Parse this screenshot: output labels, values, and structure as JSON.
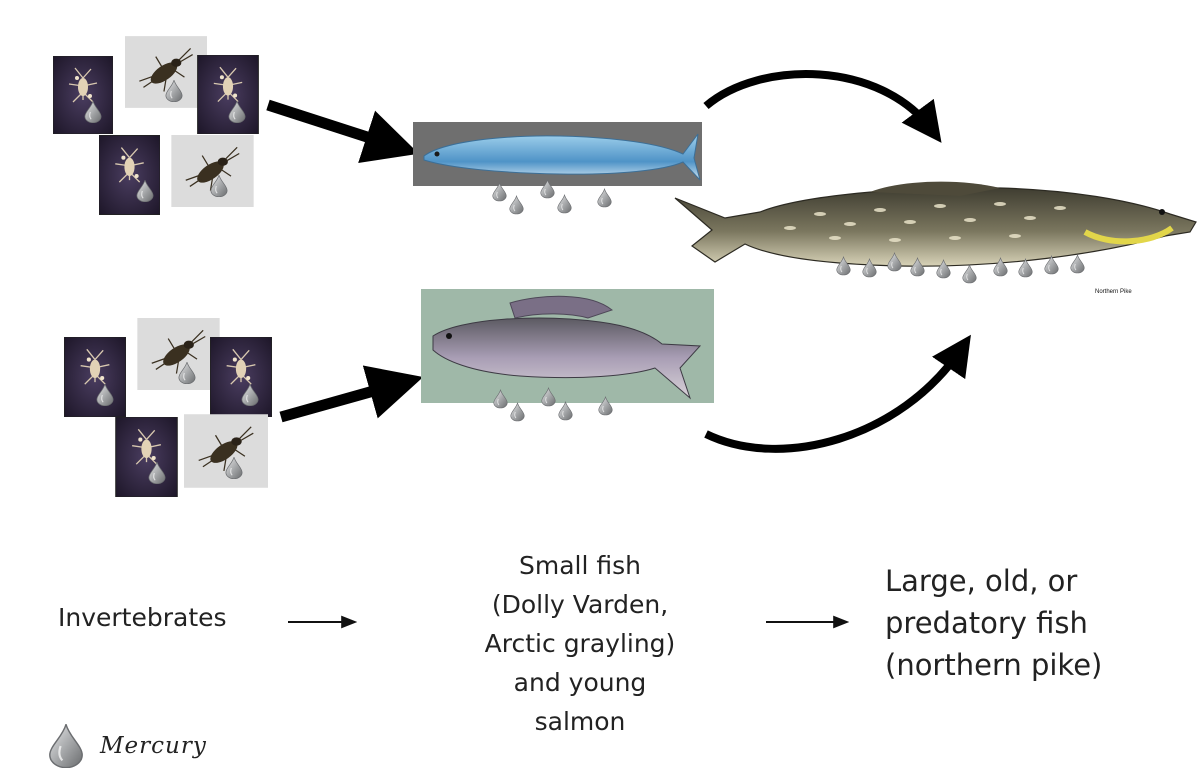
{
  "labels": {
    "invertebrates": "Invertebrates",
    "small_fish_lines": [
      "Small fish",
      "(Dolly Varden,",
      "Arctic grayling)",
      "and young",
      "salmon"
    ],
    "large_fish_lines": [
      "Large, old, or",
      "predatory fish",
      "(northern pike)"
    ]
  },
  "legend": {
    "icon": "mercury-drop-icon",
    "label": "Mercury"
  },
  "pike_caption": "Northern Pike",
  "colors": {
    "photo_dark": "#3b2f4f",
    "photo_light": "#dcdcdc",
    "salmon_bg": "#6f6f6f",
    "grayling_bg": "#9fb8a8",
    "pike_body": "#6e6b55",
    "mercury": "#a9abad"
  }
}
